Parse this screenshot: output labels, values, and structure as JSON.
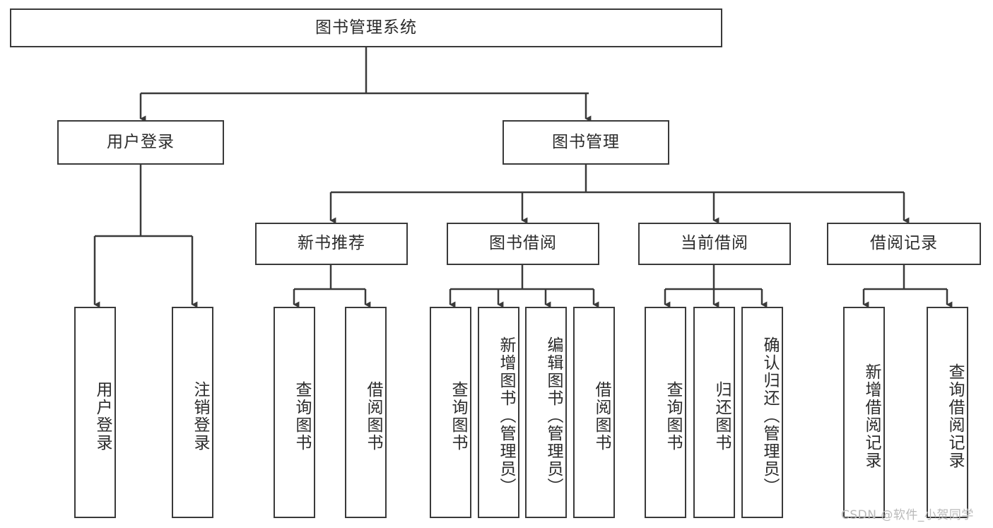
{
  "diagram": {
    "type": "hierarchy-tree",
    "root": {
      "label": "图书管理系统"
    },
    "level2": [
      {
        "label": "用户登录"
      },
      {
        "label": "图书管理"
      }
    ],
    "level3": [
      {
        "label": "新书推荐"
      },
      {
        "label": "图书借阅"
      },
      {
        "label": "当前借阅"
      },
      {
        "label": "借阅记录"
      }
    ],
    "leaves": {
      "user_login": [
        {
          "label": "用户登录"
        },
        {
          "label": "注销登录"
        }
      ],
      "new_book_recommend": [
        {
          "label": "查询图书"
        },
        {
          "label": "借阅图书"
        }
      ],
      "book_borrow": [
        {
          "label": "查询图书"
        },
        {
          "label": "新增图书（管理员）"
        },
        {
          "label": "编辑图书（管理员）"
        },
        {
          "label": "借阅图书"
        }
      ],
      "current_borrow": [
        {
          "label": "查询图书"
        },
        {
          "label": "归还图书"
        },
        {
          "label": "确认归还（管理员）"
        }
      ],
      "borrow_record": [
        {
          "label": "新增借阅记录"
        },
        {
          "label": "查询借阅记录"
        }
      ]
    }
  },
  "watermark": {
    "text": "CSDN @软件_小贺同学"
  },
  "colors": {
    "stroke": "#3a3a3a",
    "background": "#ffffff",
    "text": "#2b2b2b",
    "watermark": "#b9b9b9"
  }
}
